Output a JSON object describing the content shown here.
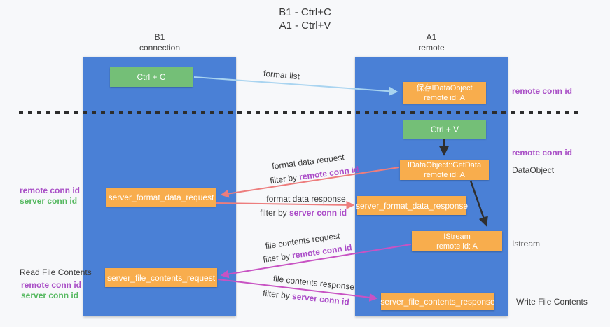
{
  "title": {
    "line1": "B1 - Ctrl+C",
    "line2": "A1 - Ctrl+V"
  },
  "lanes": {
    "left": {
      "name": "B1",
      "role": "connection"
    },
    "right": {
      "name": "A1",
      "role": "remote"
    }
  },
  "nodes": {
    "ctrl_c": "Ctrl + C",
    "ctrl_v": "Ctrl + V",
    "save_idataobject_line1": "保存IDataObject",
    "save_idataobject_line2": "remote id: A",
    "getdata_line1": "IDataObject::GetData",
    "getdata_line2": "remote id: A",
    "istream_line1": "IStream",
    "istream_line2": "remote id: A",
    "server_format_data_request": "server_format_data_request",
    "server_format_data_response": "server_format_data_response",
    "server_file_contents_request": "server_file_contents_request",
    "server_file_contents_response": "server_file_contents_response"
  },
  "edges": {
    "format_list": "format list",
    "format_data_request": "format data request",
    "format_data_response": "format data response",
    "file_contents_request": "file contents request",
    "file_contents_response": "file contents response",
    "filter_by": "filter by ",
    "remote_conn_id": "remote conn id",
    "server_conn_id": "server conn id"
  },
  "side_labels": {
    "remote_conn_id": "remote conn id",
    "server_conn_id": "server conn id",
    "data_object": "DataObject",
    "istream": "Istream",
    "read_file_contents": "Read File Contents",
    "write_file_contents": "Write File Contents"
  },
  "colors": {
    "lane_blue": "#4a80d6",
    "node_orange": "#f8ad4d",
    "node_green": "#74bf77",
    "purple_text": "#a94fc6",
    "green_text": "#55b85f",
    "arrow_red": "#ed7d7d",
    "arrow_magenta": "#c853c3",
    "arrow_light_blue": "#a9d4f0",
    "arrow_black": "#2f2f2f",
    "dashed_separator": "#2d2d2d"
  }
}
